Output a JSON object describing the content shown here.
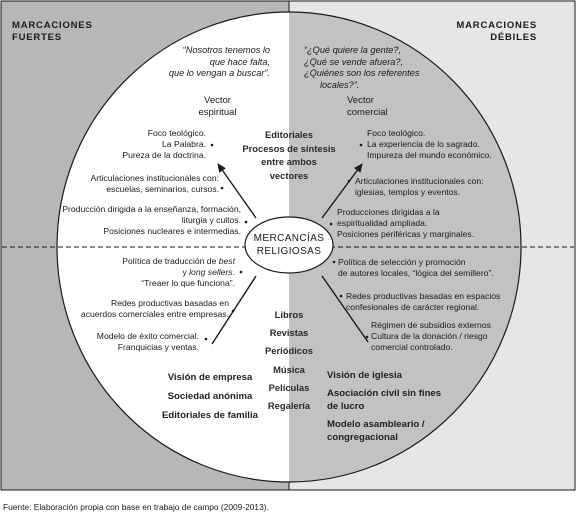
{
  "headers": {
    "left": [
      "MARCACIONES",
      "FUERTES"
    ],
    "right": [
      "MARCACIONES",
      "DÉBILES"
    ]
  },
  "quotes": {
    "left": [
      "“Nosotros tenemos lo",
      "que hace falta,",
      "que lo vengan a buscar”."
    ],
    "right": [
      "“¿Qué quiere la gente?,",
      "¿Qué se vende afuera?,",
      "¿Quiénes son los referentes",
      "locales?”."
    ]
  },
  "vectors": {
    "left": [
      "Vector",
      "espiritual"
    ],
    "right": [
      "Vector",
      "comercial"
    ]
  },
  "center": [
    "MERCANCÍAS",
    "RELIGIOSAS"
  ],
  "middle_top": [
    "Editoriales",
    "Procesos de síntesis",
    "entre ambos",
    "vectores"
  ],
  "middle_bottom": [
    "Libros",
    "Revistas",
    "Periódicos",
    "Música",
    "Películas",
    "Regalería"
  ],
  "left_items": {
    "a": [
      "Foco teológico.",
      "La Palabra.",
      "Pureza de la doctrina."
    ],
    "b": [
      "Articulaciones institucionales con:",
      "escuelas, seminarios, cursos."
    ],
    "c": [
      "Producción dirigida a la enseñanza, formación,",
      "liturgia y cultos.",
      "Posiciones nucleares e intermedias."
    ],
    "d_pre": "Política de traducción de ",
    "d_best": "best",
    "d_y": "y ",
    "d_long": "long sellers",
    "d_post": ".",
    "d_quote": "“Treaer lo que funciona”.",
    "e": [
      "Redes productivas basadas en",
      "acuerdos comerciales entre empresas."
    ],
    "f": [
      "Modelo de éxito comercial.",
      "Franquicias y ventas."
    ]
  },
  "right_items": {
    "a": [
      "Foco teológico.",
      "La experiencia de lo sagrado.",
      "Impureza del mundo económico."
    ],
    "b": [
      "Articulaciones institucionales con:",
      "iglesias, templos y eventos."
    ],
    "c": [
      "Producciones dirigidas a la",
      "espiritualidad ampliada.",
      "Posiciones periféricas y marginales."
    ],
    "d": [
      "Política de selección y promoción",
      "de autores locales, “lógica del semillero”."
    ],
    "e": [
      "Redes productivas basadas en espacios",
      "confesionales de carácter regional."
    ],
    "f": [
      "Régimen de subsidios externos",
      "Cultura de la donación / riesgo",
      "comercial controlado."
    ]
  },
  "bottom_left": [
    "Visión de empresa",
    "Sociedad anónima",
    "Editoriales de familia"
  ],
  "bottom_right": [
    "Visión de iglesia",
    "Asociación civil sin fines",
    "de lucro",
    "Modelo asambleario /",
    "congregacional"
  ],
  "source": "Fuente: Elaboración propia con base en trabajo de campo (2009-2013).",
  "colors": {
    "left_panel": "#b7b7b7",
    "right_panel": "#e6e6e6",
    "circle_left": "#ffffff",
    "circle_right": "#c2c2c2",
    "line": "#1a1a1a"
  }
}
